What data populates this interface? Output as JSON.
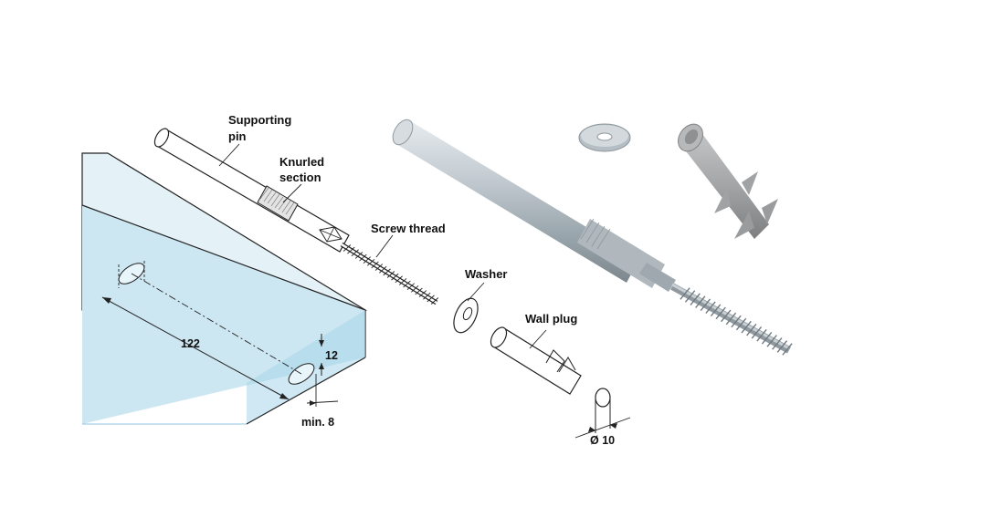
{
  "labels": {
    "supporting_pin_line1": "Supporting",
    "supporting_pin_line2": "pin",
    "knurled_line1": "Knurled",
    "knurled_line2": "section",
    "screw_thread": "Screw thread",
    "washer": "Washer",
    "wall_plug": "Wall plug"
  },
  "dimensions": {
    "spacing": "122",
    "hole_diameter_shelf": "12",
    "edge_min": "min. 8",
    "wall_hole_diameter": "Ø 10"
  },
  "colors": {
    "shelf_fill": "#cfe8f3",
    "shelf_edge": "#9fd2e8",
    "outline": "#222222",
    "steel": "#b9c2c8",
    "plug_grey": "#a4a6a8"
  }
}
